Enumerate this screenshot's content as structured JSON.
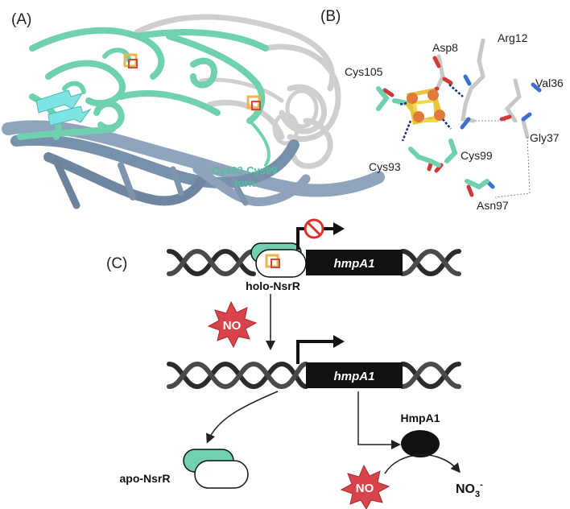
{
  "panels": {
    "a": {
      "label": "(A)",
      "turn_label_line1": "Cys93-Cys99",
      "turn_label_line2": "turn"
    },
    "b": {
      "label": "(B)",
      "residues": [
        "Asp8",
        "Arg12",
        "Cys105",
        "Val36",
        "Gly37",
        "Cys93",
        "Cys99",
        "Asn97"
      ]
    },
    "c": {
      "label": "(C)",
      "gene_label": "hmpA1",
      "holo_label": "holo-NsrR",
      "apo_label": "apo-NsrR",
      "enzyme_label": "HmpA1",
      "no_label": "NO",
      "product_base": "NO",
      "product_sub": "3",
      "product_sup": "-"
    }
  },
  "colors": {
    "teal": "#6fd1ad",
    "teal_text": "#4fbf9b",
    "dna_blue": "#8fa5bd",
    "protein_grey": "#d9d9d9",
    "gene_box": "#111111",
    "no_star": "#d9434a",
    "inhibit_red": "#e0302a"
  }
}
